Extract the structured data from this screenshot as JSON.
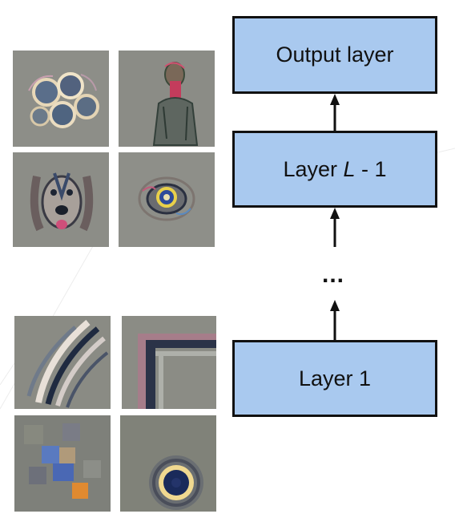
{
  "layers": {
    "output": {
      "label": "Output layer"
    },
    "layer_l_minus_1": {
      "prefix": "Layer ",
      "var": "L",
      "suffix": " - 1"
    },
    "ellipsis": "...",
    "layer_1": {
      "label": "Layer 1"
    }
  },
  "colors": {
    "box_fill": "#a9c9ef",
    "box_stroke": "#111111",
    "arrow": "#111111",
    "thumb_bg": "#8a8a84"
  },
  "thumbnails": {
    "high_level": [
      "cells-pattern",
      "person-figure",
      "dog-face",
      "eye-pattern"
    ],
    "low_level": [
      "diagonal-stripes",
      "corner-edge",
      "color-blob",
      "ring-pattern"
    ]
  }
}
